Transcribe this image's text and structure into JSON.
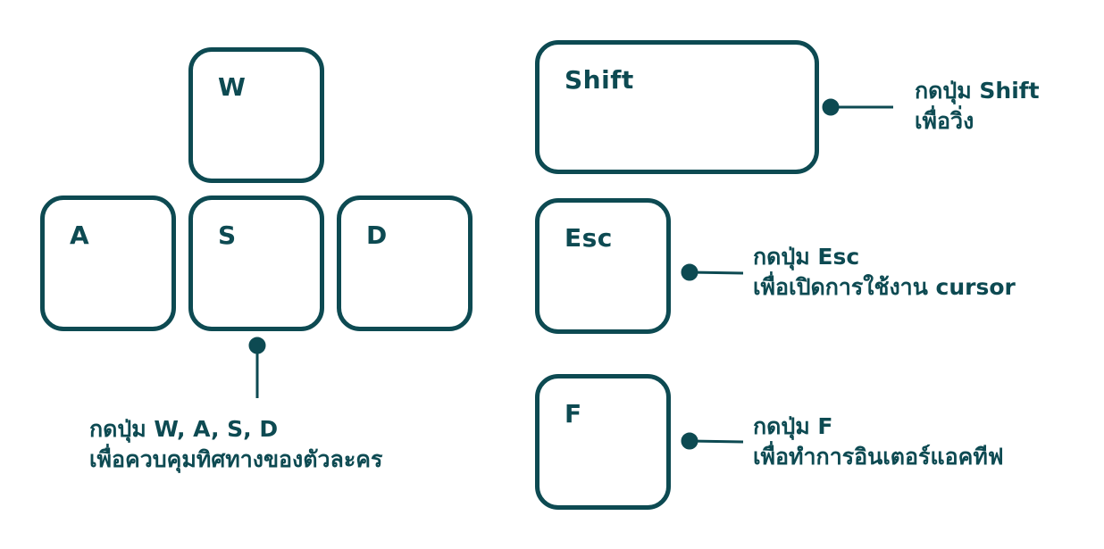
{
  "colors": {
    "ink": "#0d4a52",
    "background": "#ffffff"
  },
  "keys": {
    "w": "W",
    "a": "A",
    "s": "S",
    "d": "D",
    "shift": "Shift",
    "esc": "Esc",
    "f": "F"
  },
  "captions": {
    "wasd": {
      "line1": "กดปุ่ม W, A, S, D",
      "line2": "เพื่อควบคุมทิศทางของตัวละคร"
    },
    "shift": {
      "line1": "กดปุ่ม Shift",
      "line2": "เพื่อวิ่ง"
    },
    "esc": {
      "line1": "กดปุ่ม Esc",
      "line2": "เพื่อเปิดการใช้งาน cursor"
    },
    "f": {
      "line1": "กดปุ่ม F",
      "line2": "เพื่อทำการอินเตอร์แอคทีฟ"
    }
  }
}
